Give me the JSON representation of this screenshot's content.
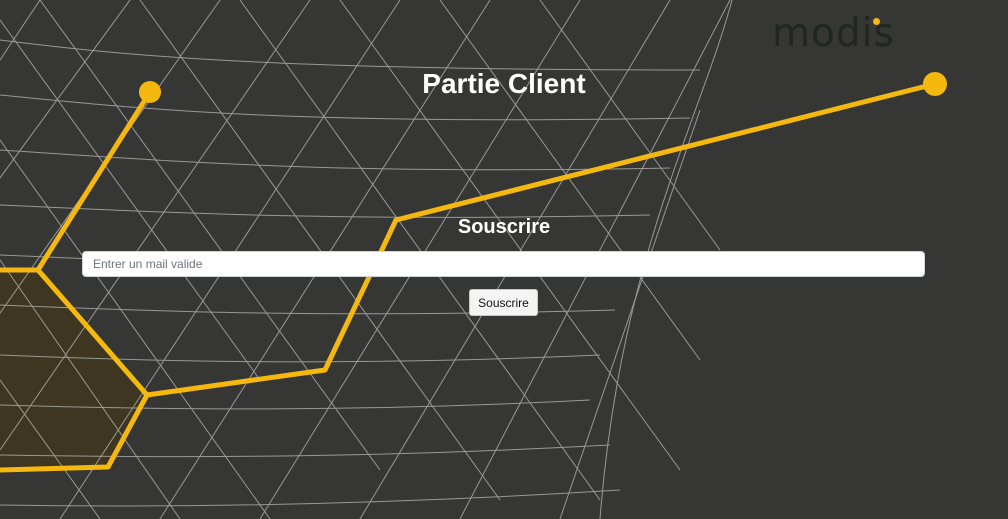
{
  "brand": {
    "logo_text": "modis",
    "accent_color": "#f5b80f"
  },
  "header": {
    "title": "Partie Client"
  },
  "subscribe_form": {
    "heading": "Souscrire",
    "email_placeholder": "Entrer un mail valide",
    "email_value": "",
    "submit_label": "Souscrire"
  },
  "theme": {
    "background_color": "#363735",
    "mesh_color": "#b9b9b6",
    "highlight_line_color": "#f5b80f"
  }
}
